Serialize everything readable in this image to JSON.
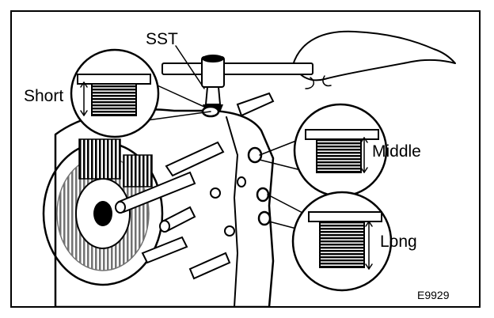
{
  "labels": {
    "sst": "SST",
    "short": "Short",
    "middle": "Middle",
    "long": "Long",
    "figure_code": "E9929"
  }
}
